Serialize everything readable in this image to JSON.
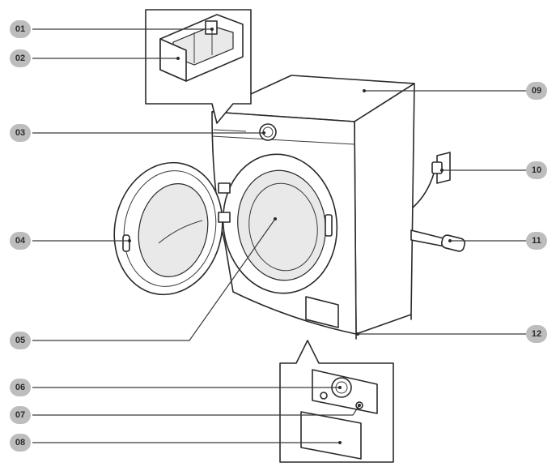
{
  "callouts": [
    {
      "id": "01",
      "label": "01"
    },
    {
      "id": "02",
      "label": "02"
    },
    {
      "id": "03",
      "label": "03"
    },
    {
      "id": "04",
      "label": "04"
    },
    {
      "id": "05",
      "label": "05"
    },
    {
      "id": "06",
      "label": "06"
    },
    {
      "id": "07",
      "label": "07"
    },
    {
      "id": "08",
      "label": "08"
    },
    {
      "id": "09",
      "label": "09"
    },
    {
      "id": "10",
      "label": "10"
    },
    {
      "id": "11",
      "label": "11"
    },
    {
      "id": "12",
      "label": "12"
    }
  ],
  "colors": {
    "badge": "#bdbdbd",
    "line": "#2a2a2a"
  }
}
